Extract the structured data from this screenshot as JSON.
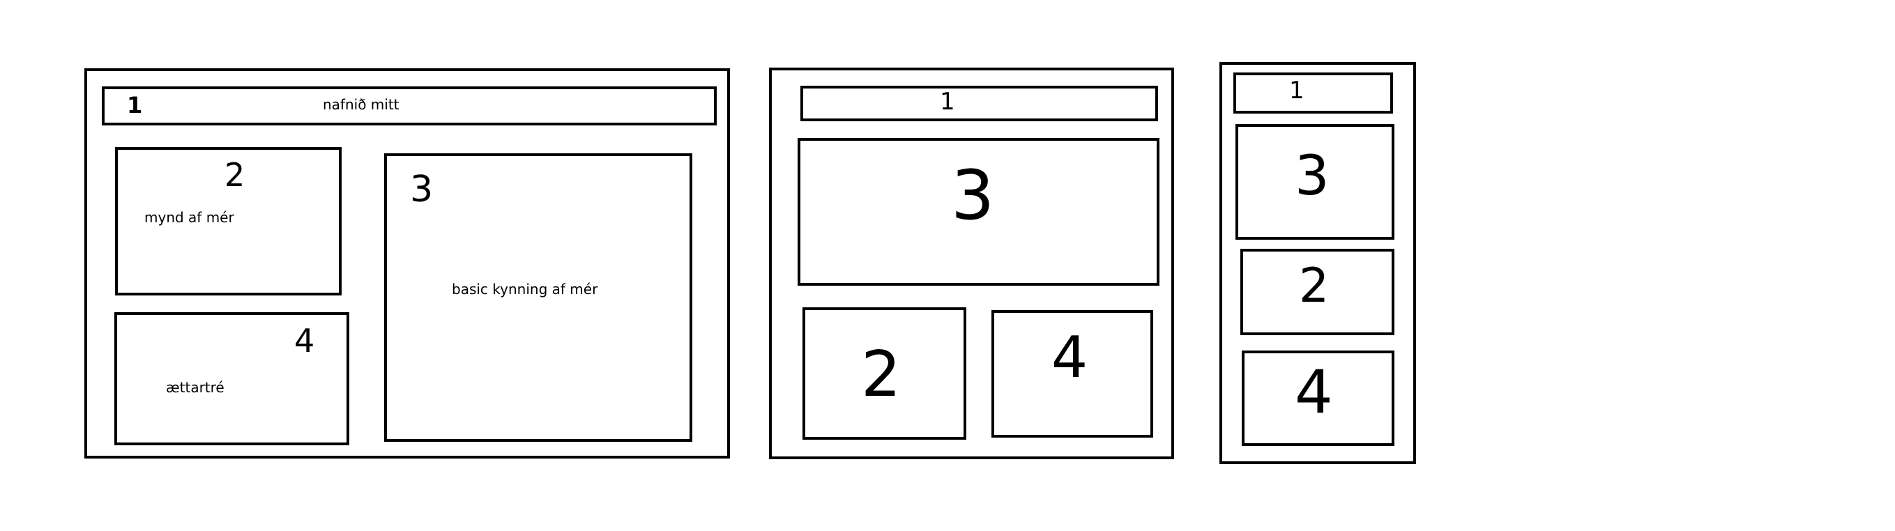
{
  "wireframes": {
    "desktop": {
      "header": {
        "number": "1",
        "text": "nafnið mitt"
      },
      "photo": {
        "number": "2",
        "text": "mynd af mér"
      },
      "intro": {
        "number": "3",
        "text": "basic kynning af mér"
      },
      "family_tree": {
        "number": "4",
        "text": "ættartré"
      }
    },
    "tablet": {
      "header": {
        "number": "1"
      },
      "intro": {
        "number": "3"
      },
      "photo": {
        "number": "2"
      },
      "family_tree": {
        "number": "4"
      }
    },
    "mobile": {
      "header": {
        "number": "1"
      },
      "intro": {
        "number": "3"
      },
      "photo": {
        "number": "2"
      },
      "family_tree": {
        "number": "4"
      }
    }
  }
}
